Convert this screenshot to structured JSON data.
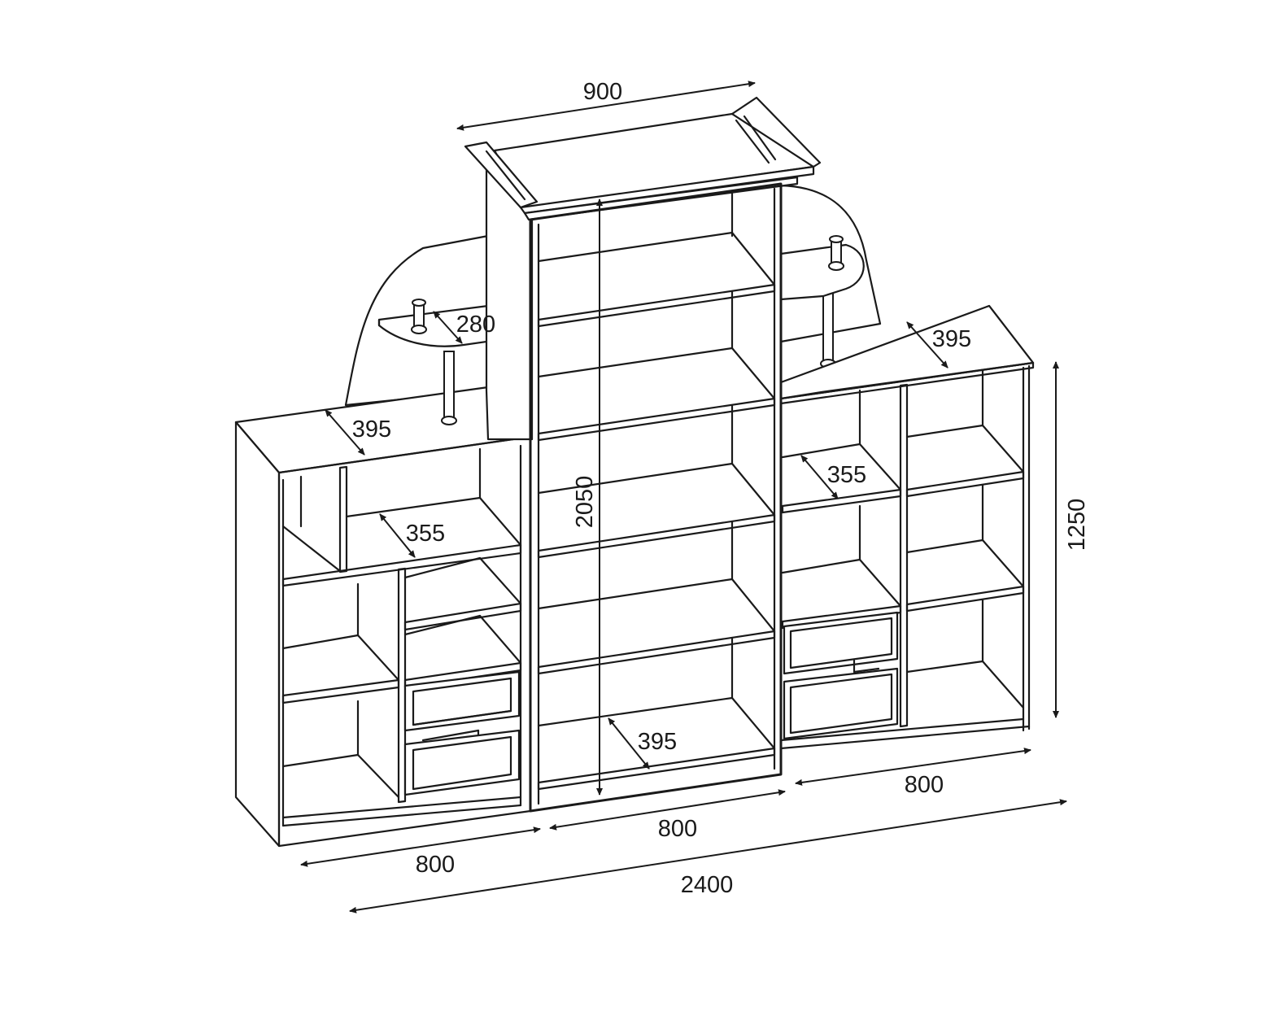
{
  "dimensions": {
    "top_width": "900",
    "left_shelf_depth": "280",
    "right_top_depth": "395",
    "left_top_depth": "395",
    "left_inner_depth": "355",
    "right_inner_depth": "355",
    "center_height": "2050",
    "side_height": "1250",
    "center_bottom_depth": "395",
    "right_width": "800",
    "center_width": "800",
    "left_width": "800",
    "total_width": "2400"
  },
  "colors": {
    "line": "#1a1a1a",
    "background": "#ffffff"
  }
}
